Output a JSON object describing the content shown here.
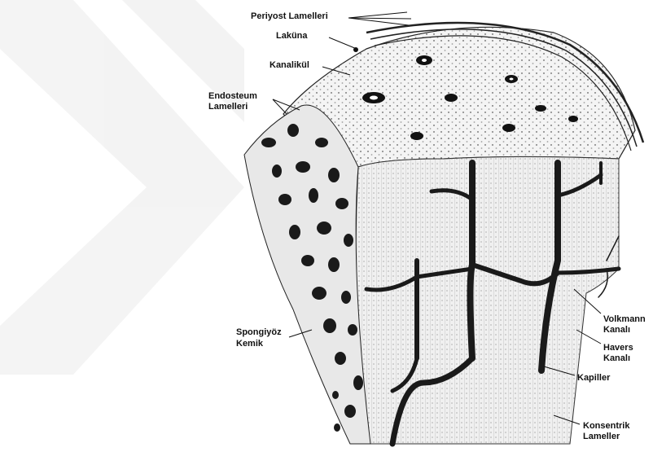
{
  "labels": {
    "periosteal": "Periyost Lamelleri",
    "lacuna": "Laküna",
    "canaliculus": "Kanalikül",
    "endosteum_line1": "Endosteum",
    "endosteum_line2": "Lamelleri",
    "spongy_line1": "Spongiyöz",
    "spongy_line2": "Kemik",
    "volkmann_line1": "Volkmann",
    "volkmann_line2": "Kanalı",
    "havers_line1": "Havers",
    "havers_line2": "Kanalı",
    "capillary": "Kapiller",
    "concentric_line1": "Konsentrik",
    "concentric_line2": "Lameller"
  },
  "colors": {
    "ink": "#111111",
    "bone": "#f2f2f2",
    "vessel": "#1a1a1a",
    "watermark": "#eeeeee"
  }
}
